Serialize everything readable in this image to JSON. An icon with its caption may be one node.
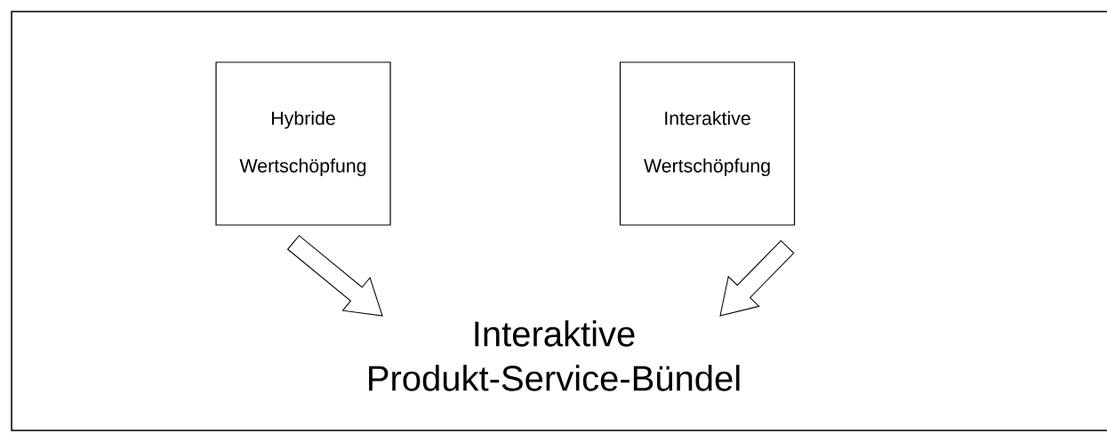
{
  "diagram": {
    "nodes": [
      {
        "text": [
          "Hybride Wertschöpfung"
        ]
      },
      {
        "text": [
          "Interaktive Wertschöpfung"
        ]
      },
      {
        "text": [
          "Interaktive Produkt-Service-Bündel"
        ]
      }
    ],
    "edges": [
      {
        "from": 0,
        "to": 2,
        "arrow": "to"
      },
      {
        "from": 1,
        "to": 2,
        "arrow": "to"
      }
    ]
  }
}
